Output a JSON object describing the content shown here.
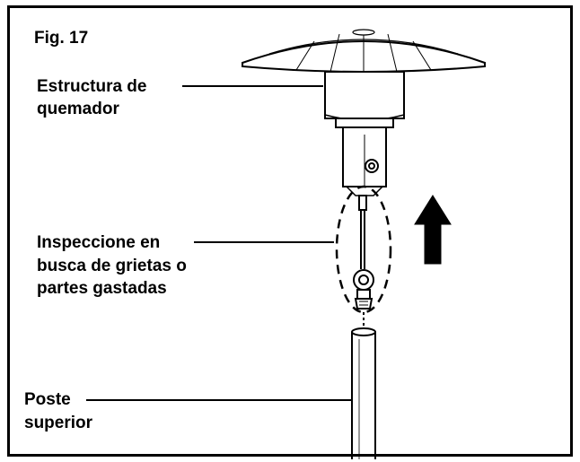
{
  "figure": {
    "title": "Fig. 17",
    "labels": {
      "burner": [
        "Estructura de",
        "quemador"
      ],
      "inspect": [
        "Inspeccione en",
        "busca de grietas o",
        "partes gastadas"
      ],
      "post": [
        "Poste",
        "superior"
      ]
    }
  },
  "colors": {
    "line": "#000000",
    "fill": "#ffffff"
  }
}
